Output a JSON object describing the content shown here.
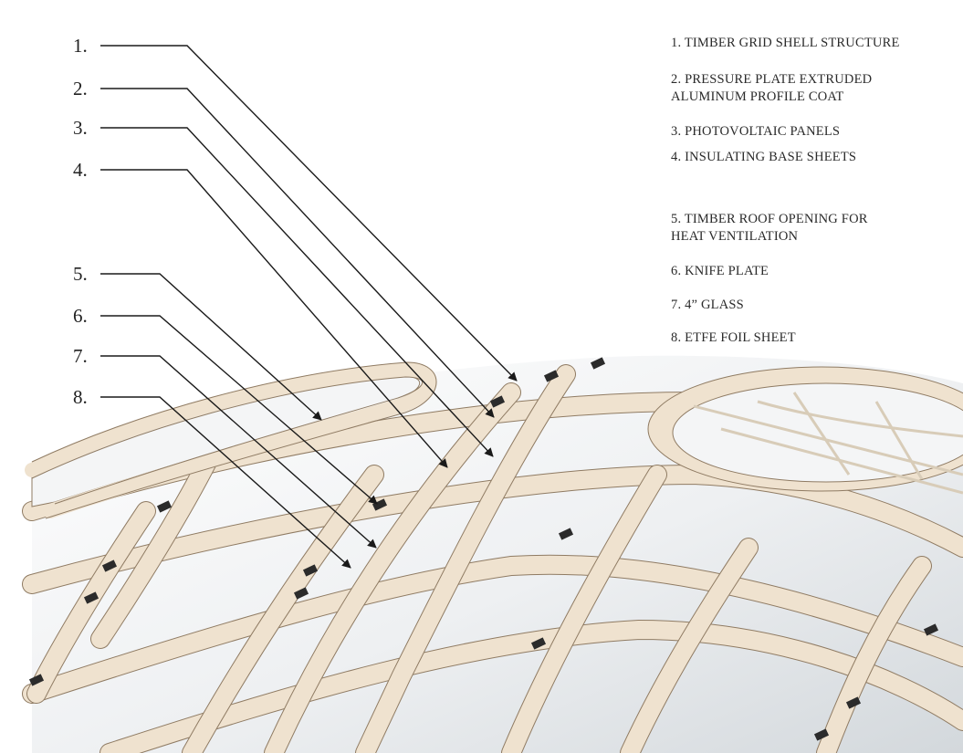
{
  "callouts": [
    {
      "number": "1.",
      "text": "1. TIMBER GRID SHELL STRUCTURE"
    },
    {
      "number": "2.",
      "text": "2. PRESSURE PLATE EXTRUDED\n   ALUMINUM PROFILE COAT"
    },
    {
      "number": "3.",
      "text": "3. PHOTOVOLTAIC PANELS"
    },
    {
      "number": "4.",
      "text": "4. INSULATING BASE SHEETS"
    },
    {
      "number": "5.",
      "text": "5. TIMBER ROOF OPENING FOR\n   HEAT VENTILATION"
    },
    {
      "number": "6.",
      "text": "6. KNIFE PLATE"
    },
    {
      "number": "7.",
      "text": "7. 4” GLASS"
    },
    {
      "number": "8.",
      "text": "8. ETFE FOIL SHEET"
    }
  ],
  "colors": {
    "timber": "#efe2cf",
    "timber_edge": "#8f7b63",
    "panel": "#dfe3e6",
    "panel_light": "#f4f5f6",
    "clip": "#2b2b2b",
    "leader": "#1a1a1a"
  }
}
